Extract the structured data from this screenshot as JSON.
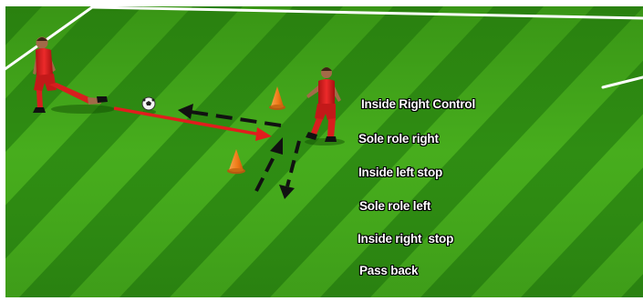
{
  "drill": {
    "steps": [
      "Inside Right Control",
      "Sole role right",
      "Inside left stop",
      "Sole role left",
      "Inside right  stop",
      "Pass back"
    ]
  },
  "colors": {
    "pitch_dark": "#2e8a12",
    "pitch_light": "#4cb21f",
    "player_kit": "#d81e1e",
    "pass_arrow": "#e11d1d",
    "movement_arrow": "#111111",
    "cone": "#f07d19"
  },
  "icons": [
    "player-left-icon",
    "player-right-icon",
    "ball-icon",
    "cone-icon",
    "pass-arrow-icon",
    "movement-arrow-icon"
  ]
}
